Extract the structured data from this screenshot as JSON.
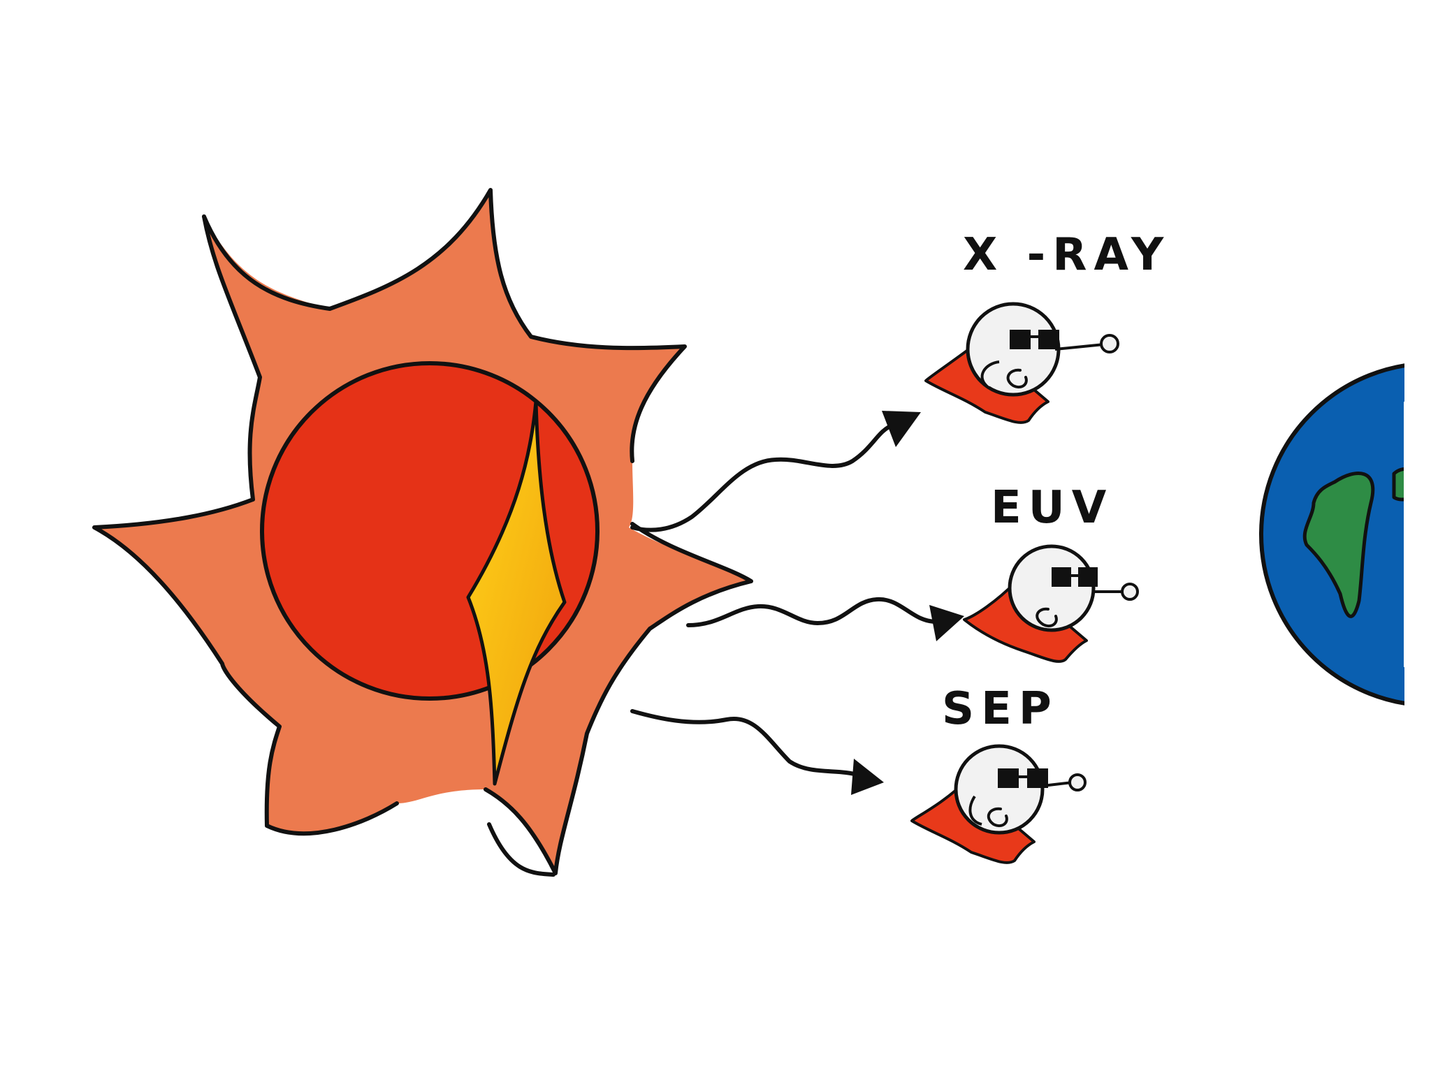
{
  "labels": {
    "xray": "X -RAY",
    "euv": "EUV",
    "sep": "SEP"
  },
  "colors": {
    "sun_corona": "#ec7a4e",
    "sun_disk": "#e53217",
    "flare": "#f7b90f",
    "cape": "#e8391a",
    "earth_ocean": "#0a5fb0",
    "earth_land": "#2e8c45",
    "ink": "#111111"
  }
}
